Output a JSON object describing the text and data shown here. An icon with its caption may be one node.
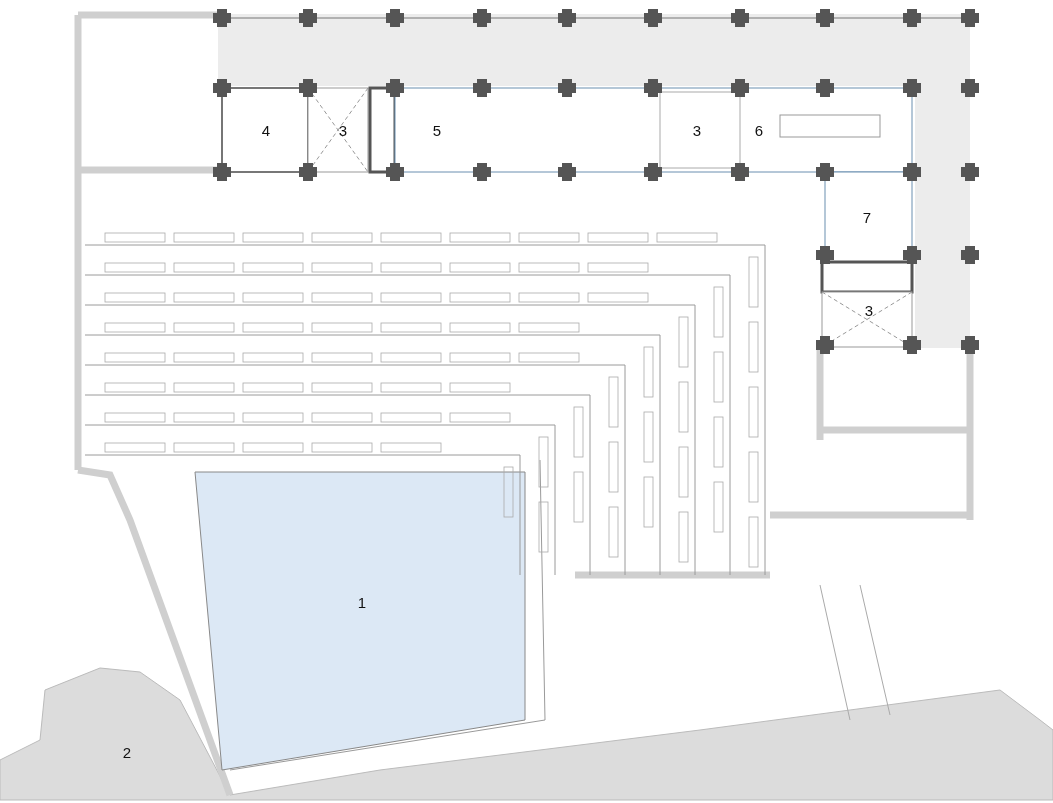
{
  "diagram": {
    "labels": [
      "4",
      "3",
      "5",
      "3",
      "6",
      "7",
      "3",
      "1",
      "2"
    ]
  }
}
